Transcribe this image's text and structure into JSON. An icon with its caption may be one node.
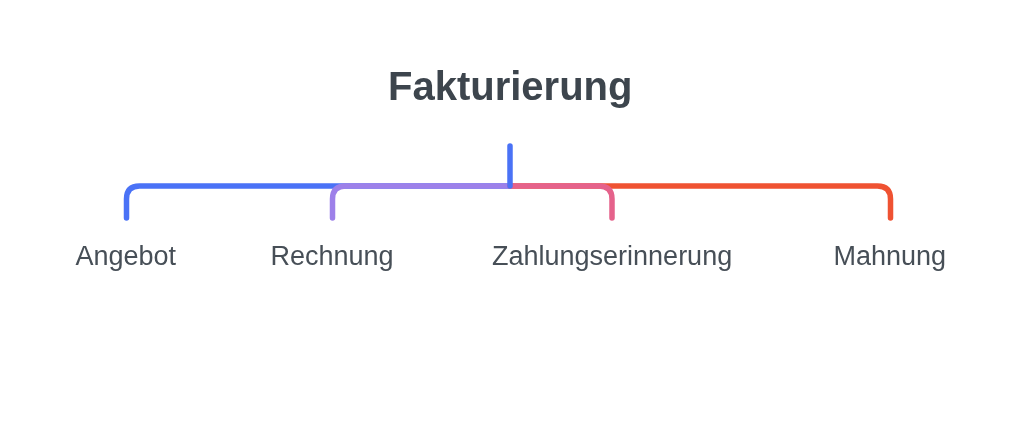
{
  "diagram": {
    "nodes": [
      {
        "text": [
          "Fakturierung"
        ]
      },
      {
        "text": [
          "Angebot"
        ]
      },
      {
        "text": [
          "Rechnung"
        ]
      },
      {
        "text": [
          "Zahlungserinnerung"
        ]
      },
      {
        "text": [
          "Mahnung"
        ]
      }
    ],
    "edges": [
      {
        "from": 0,
        "to": 1,
        "arrow": "none",
        "color": "#4a72f6"
      },
      {
        "from": 0,
        "to": 2,
        "arrow": "none",
        "color": "#9d80e9"
      },
      {
        "from": 0,
        "to": 3,
        "arrow": "none",
        "color": "#e5628b"
      },
      {
        "from": 0,
        "to": 4,
        "arrow": "none",
        "color": "#ef5232"
      }
    ]
  }
}
